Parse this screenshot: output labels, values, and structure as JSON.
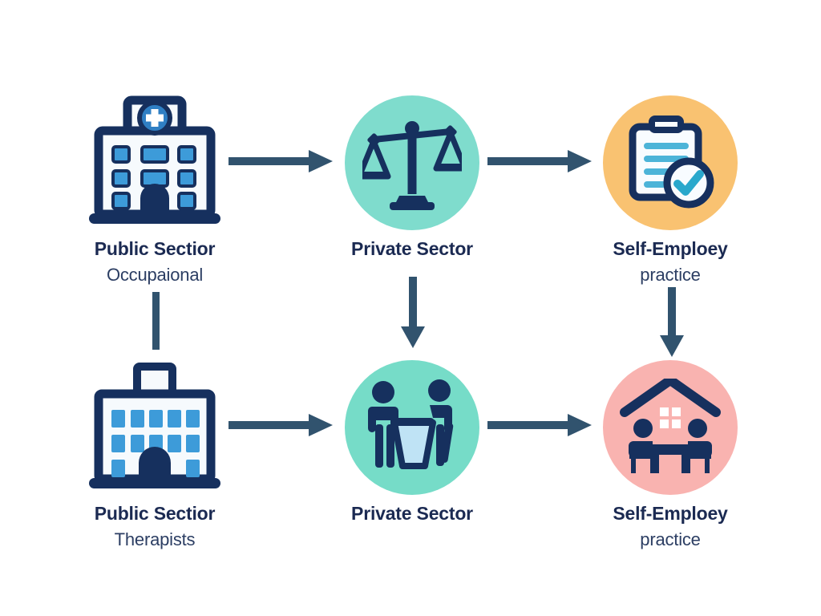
{
  "diagram": {
    "type": "flow",
    "background": "#ffffff",
    "colors": {
      "navy": "#16305e",
      "text_main": "#1b2a52",
      "text_sub": "#2c3e63",
      "arrow": "#31536e",
      "window_blue": "#3d9bd9",
      "teal_circle": "#7fdccd",
      "teal_circle_2": "#76dcc8",
      "orange_circle": "#f9c271",
      "pink_circle": "#f9b3b0",
      "doc_line": "#4cb4d8",
      "basin_fill": "#bfe3f5"
    },
    "nodes": [
      {
        "id": "public-sector-occupational",
        "icon": "hospital-icon",
        "label_main": "Public Sectior",
        "label_sub": "Occupaional",
        "row": 1,
        "column": 1
      },
      {
        "id": "private-sector-top",
        "icon": "scales-of-justice-icon",
        "label_main": "Private Sector",
        "label_sub": "",
        "row": 1,
        "column": 2
      },
      {
        "id": "self-employed-practice-top",
        "icon": "clipboard-check-icon",
        "label_main": "Self-Emploey",
        "label_sub": "practice",
        "row": 1,
        "column": 3
      },
      {
        "id": "public-sector-therapists",
        "icon": "office-building-icon",
        "label_main": "Public Sectior",
        "label_sub": "Therapists",
        "row": 2,
        "column": 1
      },
      {
        "id": "private-sector-bottom",
        "icon": "therapy-session-icon",
        "label_main": "Private Sector",
        "label_sub": "",
        "row": 2,
        "column": 2
      },
      {
        "id": "self-employed-practice-bottom",
        "icon": "home-consultation-icon",
        "label_main": "Self-Emploey",
        "label_sub": "practice",
        "row": 2,
        "column": 3
      }
    ],
    "connectors": [
      {
        "id": "arrow-top-1-to-2",
        "kind": "arrow",
        "direction": "right"
      },
      {
        "id": "arrow-top-2-to-3",
        "kind": "arrow",
        "direction": "right"
      },
      {
        "id": "line-col1-down",
        "kind": "line",
        "direction": "down"
      },
      {
        "id": "arrow-col2-down",
        "kind": "arrow",
        "direction": "down"
      },
      {
        "id": "arrow-col3-down",
        "kind": "arrow",
        "direction": "down"
      },
      {
        "id": "arrow-bottom-1-to-2",
        "kind": "arrow",
        "direction": "right"
      },
      {
        "id": "arrow-bottom-2-to-3",
        "kind": "arrow",
        "direction": "right"
      }
    ]
  }
}
